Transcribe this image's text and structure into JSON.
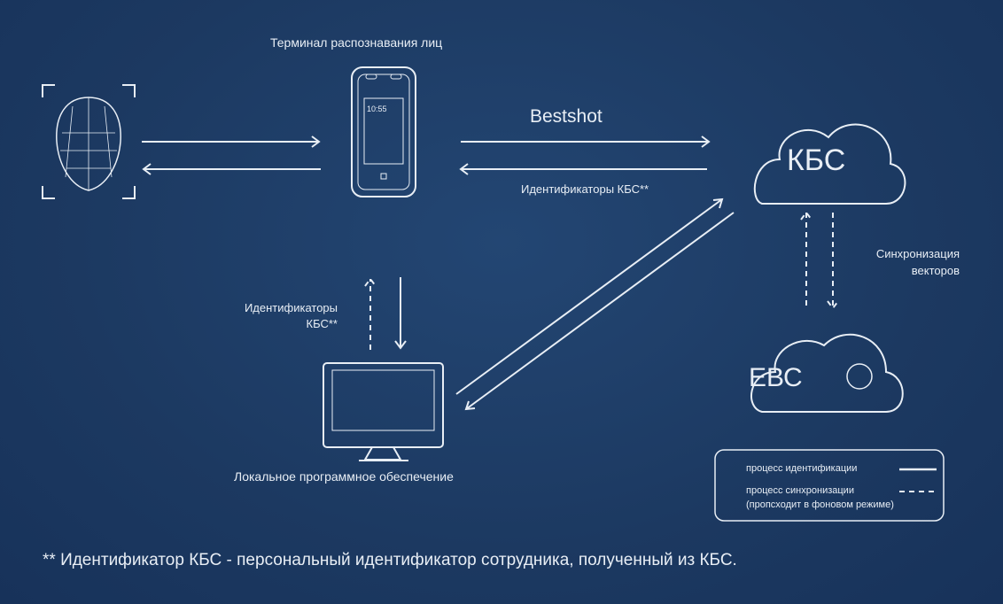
{
  "terminal_label": "Терминал распознавания лиц",
  "terminal_time": "10:55",
  "bestshot": "Bestshot",
  "kbs_ids_top": "Идентификаторы КБС**",
  "kbs_ids_left_1": "Идентификаторы",
  "kbs_ids_left_2": "КБС**",
  "kbs": "КБС",
  "ebs": "ЕВС",
  "sync_1": "Синхронизация",
  "sync_2": "векторов",
  "local_software": "Локальное программное обеспечение",
  "legend": {
    "ident": "процесс идентификации",
    "sync": "процесс синхронизации",
    "sync_note": "(пропсходит в фоновом режиме)"
  },
  "footnote": "** Идентификатор КБС - персональный идентификатор сотрудника, полученный из КБС."
}
